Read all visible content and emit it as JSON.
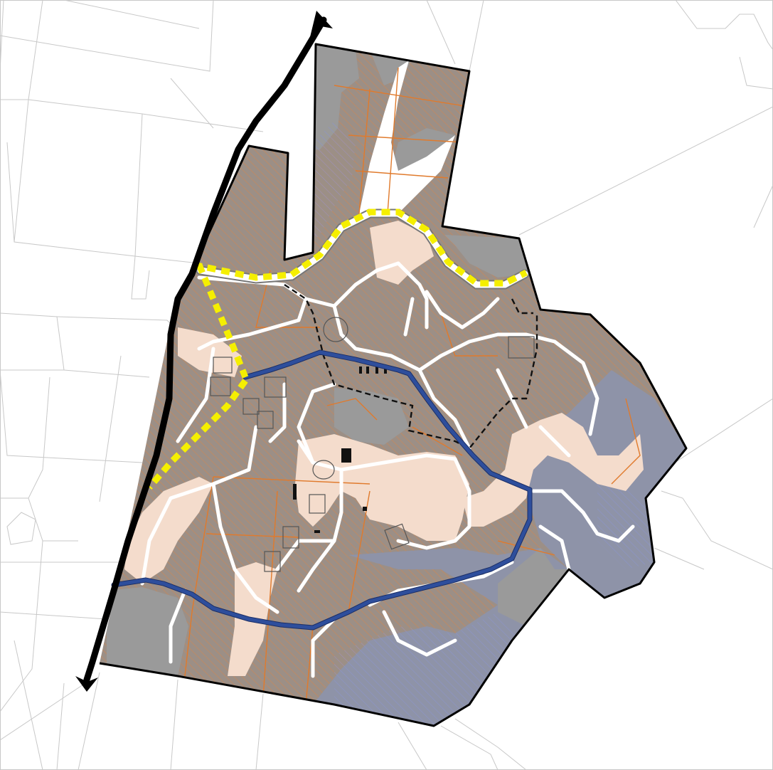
{
  "map": {
    "colors": {
      "background": "#ffffff",
      "cadastre": "#c8c8c8",
      "grey_area": "#9a9a9a",
      "brown_area": "#9c8f86",
      "slate_area": "#8e93a8",
      "light_area": "#f4dccc",
      "orange_hatch": "#e8833a",
      "blue_hatch": "#8c94c8",
      "boundary": "#000000",
      "orange_line": "#e07a2c",
      "blue_route": "#2e4e9c",
      "yellow_route": "#f5ef00",
      "road_white": "#ffffff",
      "road_outline": "#707070",
      "black_arrow": "#000000"
    },
    "layers": [
      "cadastre-lines",
      "land-use-areas",
      "road-network",
      "blue-route",
      "yellow-dashed-route",
      "site-boundary",
      "black-arrow-corridor"
    ]
  }
}
